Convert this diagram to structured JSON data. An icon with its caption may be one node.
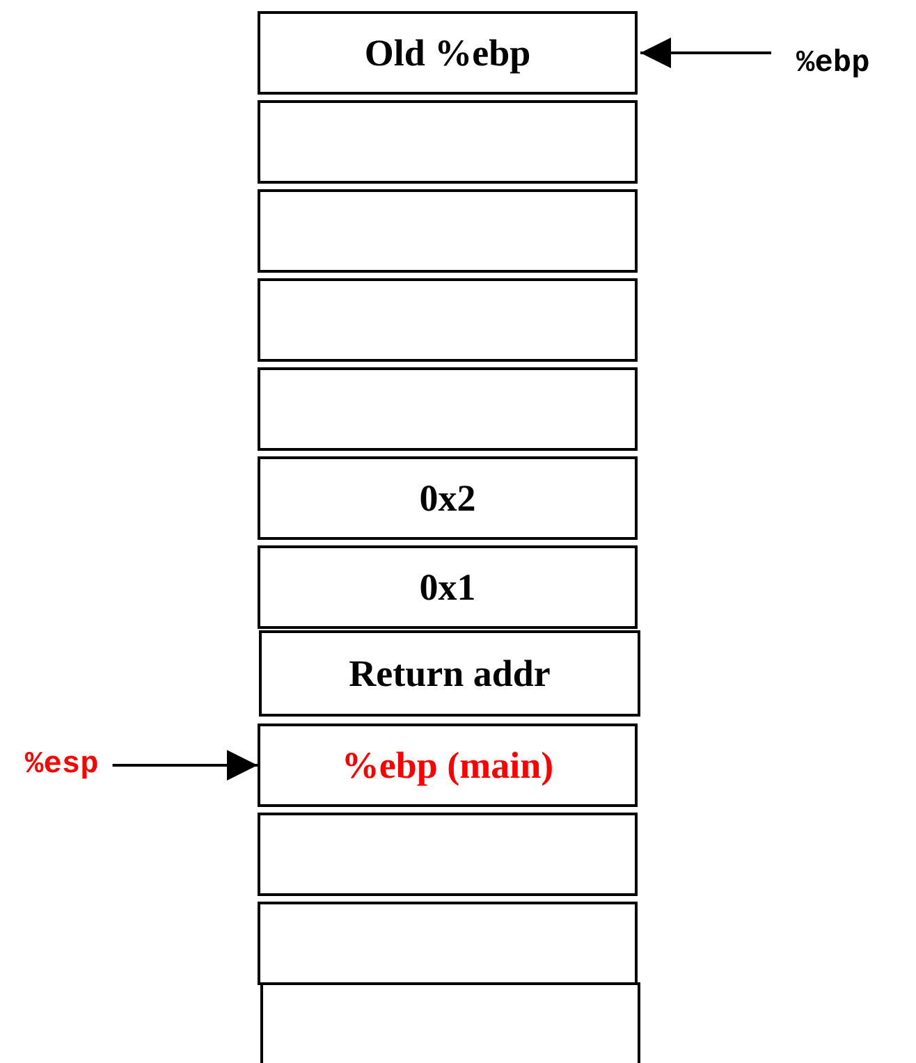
{
  "diagram": {
    "nodes": [
      {
        "text": [
          "Old %ebp"
        ]
      },
      {
        "text": [
          "%ebp"
        ]
      },
      {
        "text": [],
        "shape": "box"
      },
      {
        "text": [],
        "shape": "box"
      },
      {
        "text": [],
        "shape": "box"
      },
      {
        "text": [],
        "shape": "box"
      },
      {
        "text": [
          "0x2"
        ]
      },
      {
        "text": [
          "0x1"
        ]
      },
      {
        "text": [
          "Return addr"
        ]
      },
      {
        "text": [
          "%esp"
        ]
      },
      {
        "text": [
          "%ebp (main)"
        ]
      },
      {
        "text": [],
        "shape": "box"
      },
      {
        "text": [],
        "shape": "box"
      },
      {
        "text": [],
        "shape": "box"
      }
    ],
    "edges": [
      {
        "from": 1,
        "to": 0,
        "arrow": "to"
      },
      {
        "from": 9,
        "to": 10,
        "arrow": "to"
      }
    ]
  }
}
